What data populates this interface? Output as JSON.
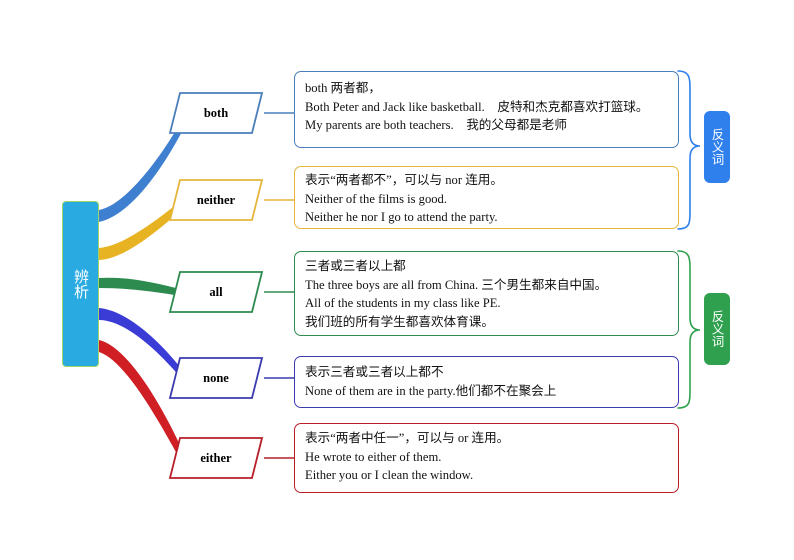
{
  "diagram": {
    "title": "辨析",
    "root": {
      "label": "辨析",
      "color": "#29ABE2",
      "border_color": "#9ED36A"
    },
    "branches": [
      {
        "key": "both",
        "color": "#4a7ebb",
        "detail_lines": [
          "both 两者都，",
          "Both Peter and Jack like basketball.　皮特和杰克都喜欢打篮球。",
          "My parents are both teachers.　我的父母都是老师"
        ]
      },
      {
        "key": "neither",
        "color": "#e5b63b",
        "detail_lines": [
          "表示“两者都不”，可以与 nor 连用。",
          "Neither of the films is good.",
          "Neither he nor I go to attend the party."
        ]
      },
      {
        "key": "all",
        "color": "#2e8b50",
        "detail_lines": [
          "三者或三者以上都",
          "The three boys are all from China. 三个男生都来自中国。",
          "All of the students in my class like PE.",
          "我们班的所有学生都喜欢体育课。"
        ]
      },
      {
        "key": "none",
        "color": "#3b3bb0",
        "detail_lines": [
          "表示三者或三者以上都不",
          "None of them are in the party.他们都不在聚会上"
        ]
      },
      {
        "key": "either",
        "color": "#b81f29",
        "detail_lines": [
          "表示“两者中任一”，可以与 or 连用。",
          "He wrote to either of them.",
          "Either you or I clean the window."
        ]
      }
    ],
    "groups": [
      {
        "label": "反义词",
        "color": "#2f80ed",
        "members": [
          "both",
          "neither"
        ]
      },
      {
        "label": "反义词",
        "color": "#2fa14e",
        "members": [
          "all",
          "none"
        ]
      }
    ]
  }
}
